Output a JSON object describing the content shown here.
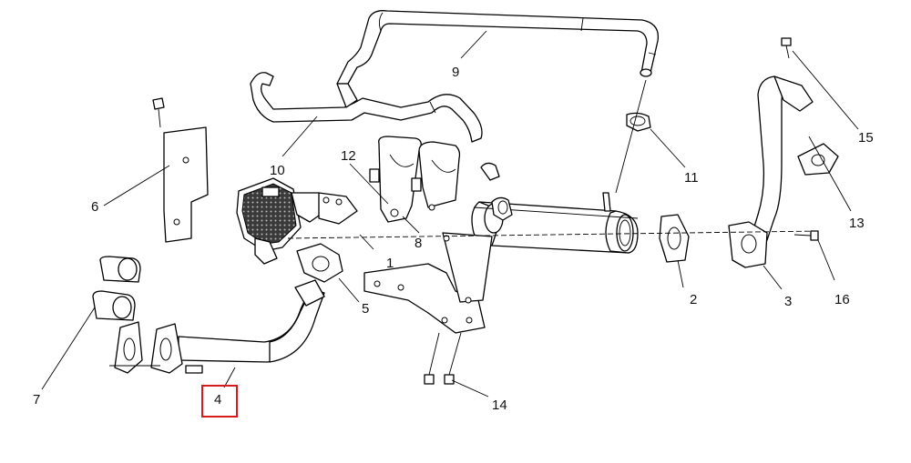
{
  "callouts": {
    "c1": "1",
    "c2": "2",
    "c3": "3",
    "c4": "4",
    "c5": "5",
    "c6": "6",
    "c7": "7",
    "c8": "8",
    "c9": "9",
    "c10": "10",
    "c11": "11",
    "c12": "12",
    "c13": "13",
    "c14": "14",
    "c15": "15",
    "c16": "16"
  },
  "highlight": {
    "callout": "4",
    "color": "#d71920"
  },
  "colors": {
    "line": "#000000",
    "background": "#ffffff"
  }
}
